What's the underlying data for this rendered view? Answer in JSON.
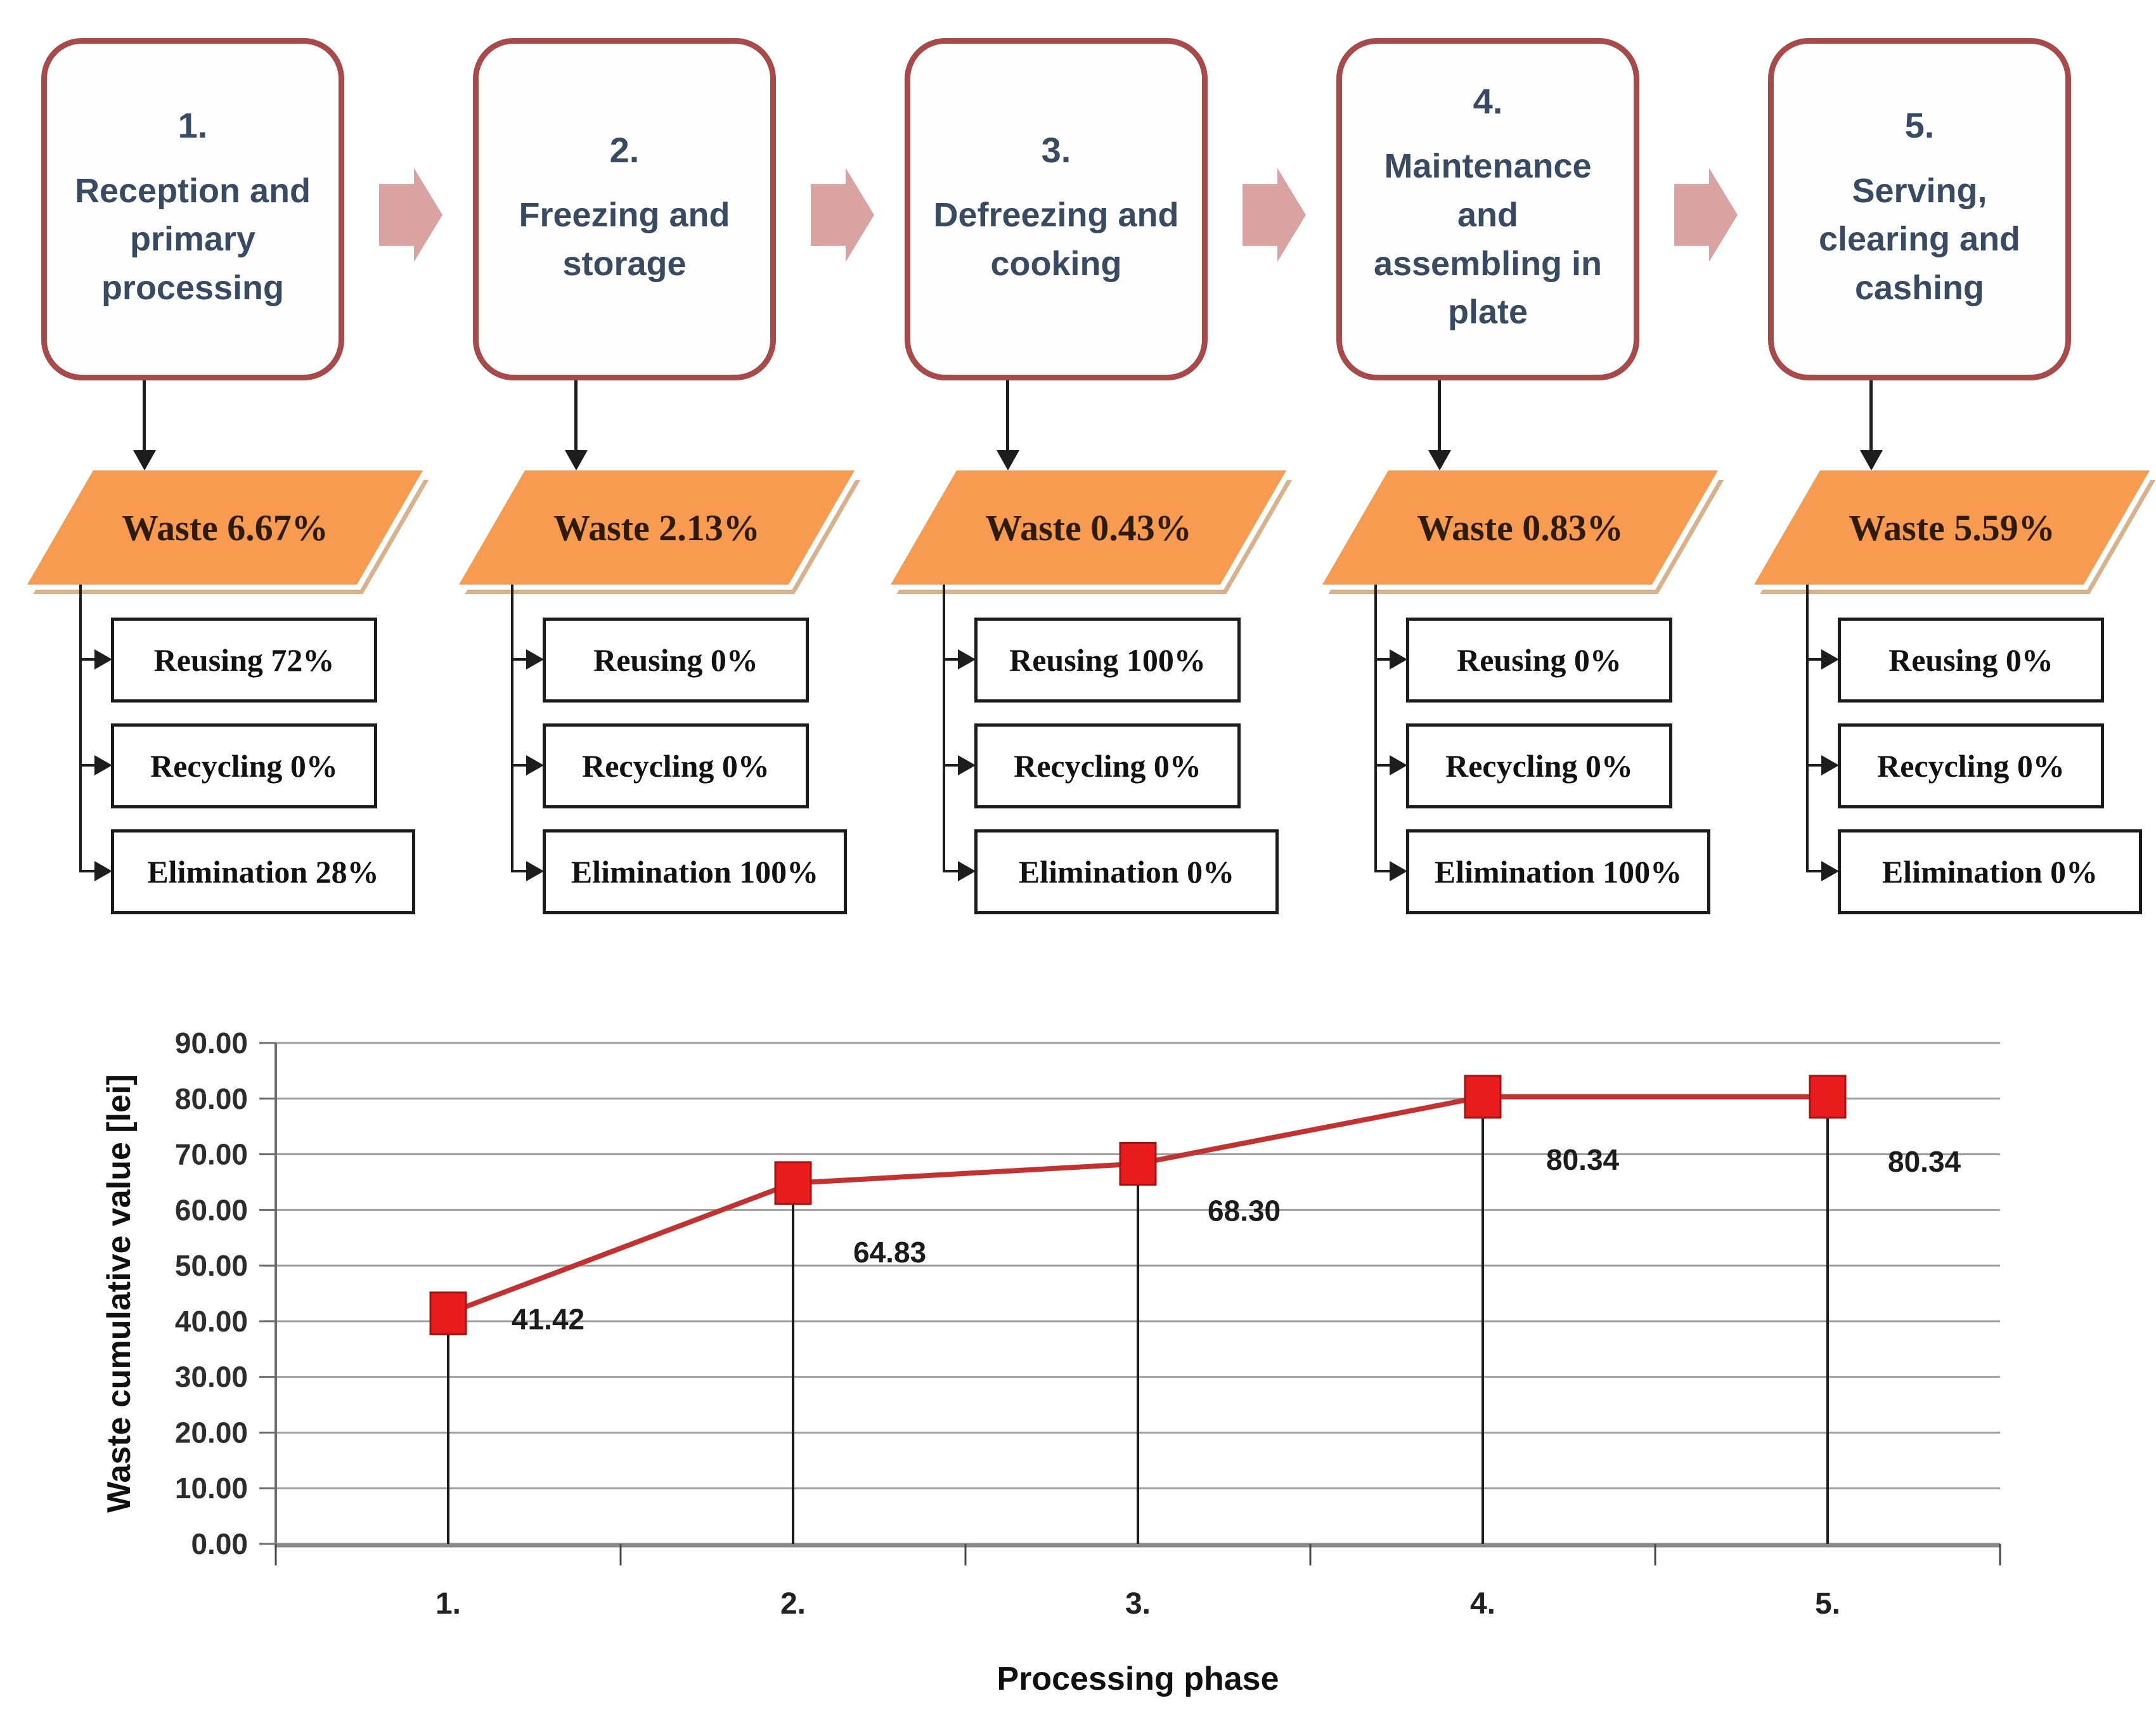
{
  "flow": {
    "stages": [
      {
        "number": "1.",
        "title": "Reception and\nprimary\nprocessing",
        "waste": "Waste 6.67%",
        "outputs": [
          "Reusing 72%",
          "Recycling 0%",
          "Elimination 28%"
        ]
      },
      {
        "number": "2.",
        "title": "Freezing and\nstorage",
        "waste": "Waste 2.13%",
        "outputs": [
          "Reusing 0%",
          "Recycling 0%",
          "Elimination 100%"
        ]
      },
      {
        "number": "3.",
        "title": "Defreezing and\ncooking",
        "waste": "Waste 0.43%",
        "outputs": [
          "Reusing 100%",
          "Recycling 0%",
          "Elimination 0%"
        ]
      },
      {
        "number": "4.",
        "title": "Maintenance\nand\nassembling in\nplate",
        "waste": "Waste 0.83%",
        "outputs": [
          "Reusing 0%",
          "Recycling 0%",
          "Elimination 100%"
        ]
      },
      {
        "number": "5.",
        "title": "Serving,\nclearing and\ncashing",
        "waste": "Waste 5.59%",
        "outputs": [
          "Reusing 0%",
          "Recycling 0%",
          "Elimination 0%"
        ]
      }
    ]
  },
  "chart_data": {
    "type": "line",
    "categories": [
      "1.",
      "2.",
      "3.",
      "4.",
      "5."
    ],
    "values": [
      41.42,
      64.83,
      68.3,
      80.34,
      80.34
    ],
    "point_labels": [
      "41.42",
      "64.83",
      "68.30",
      "80.34",
      "80.34"
    ],
    "title": "",
    "xlabel": "Processing phase",
    "ylabel": "Waste cumulative value [lei]",
    "ylim": [
      0,
      90
    ],
    "ytick_step": 10,
    "ytick_labels": [
      "90.00",
      "80.00",
      "70.00",
      "60.00",
      "50.00",
      "40.00",
      "30.00",
      "20.00",
      "10.00",
      "0.00"
    ],
    "grid": true,
    "legend": "none",
    "drop_lines": true,
    "line_color": "#c23231",
    "marker": "square",
    "marker_color": "#e81c1c"
  },
  "colors": {
    "stage_border": "#a8494a",
    "stage_text": "#394a63",
    "sequence_arrow": "#d8a3a1",
    "waste_fill": "#f79b50",
    "waste_shadow": "#d8b28c",
    "output_border": "#1c1c1c"
  }
}
